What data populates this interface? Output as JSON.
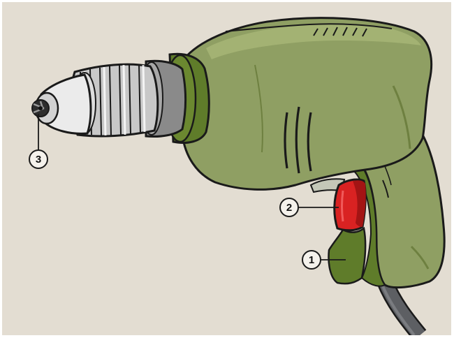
{
  "colors": {
    "background": "#e3ddd2",
    "body_green": "#8f9f63",
    "body_green_light": "#a3b273",
    "body_green_dark": "#6e8040",
    "grip_green": "#5f7c2a",
    "chuck_light": "#ebebeb",
    "chuck_mid": "#c8c8c8",
    "chuck_dark": "#8a8a8a",
    "trigger_red": "#d92222",
    "trigger_dark": "#a31414",
    "cable_gray": "#5d5f63",
    "outline": "#1a1a1a"
  },
  "callouts": [
    {
      "number": "1",
      "part": "handle-grip"
    },
    {
      "number": "2",
      "part": "trigger"
    },
    {
      "number": "3",
      "part": "chuck-jaws"
    }
  ]
}
